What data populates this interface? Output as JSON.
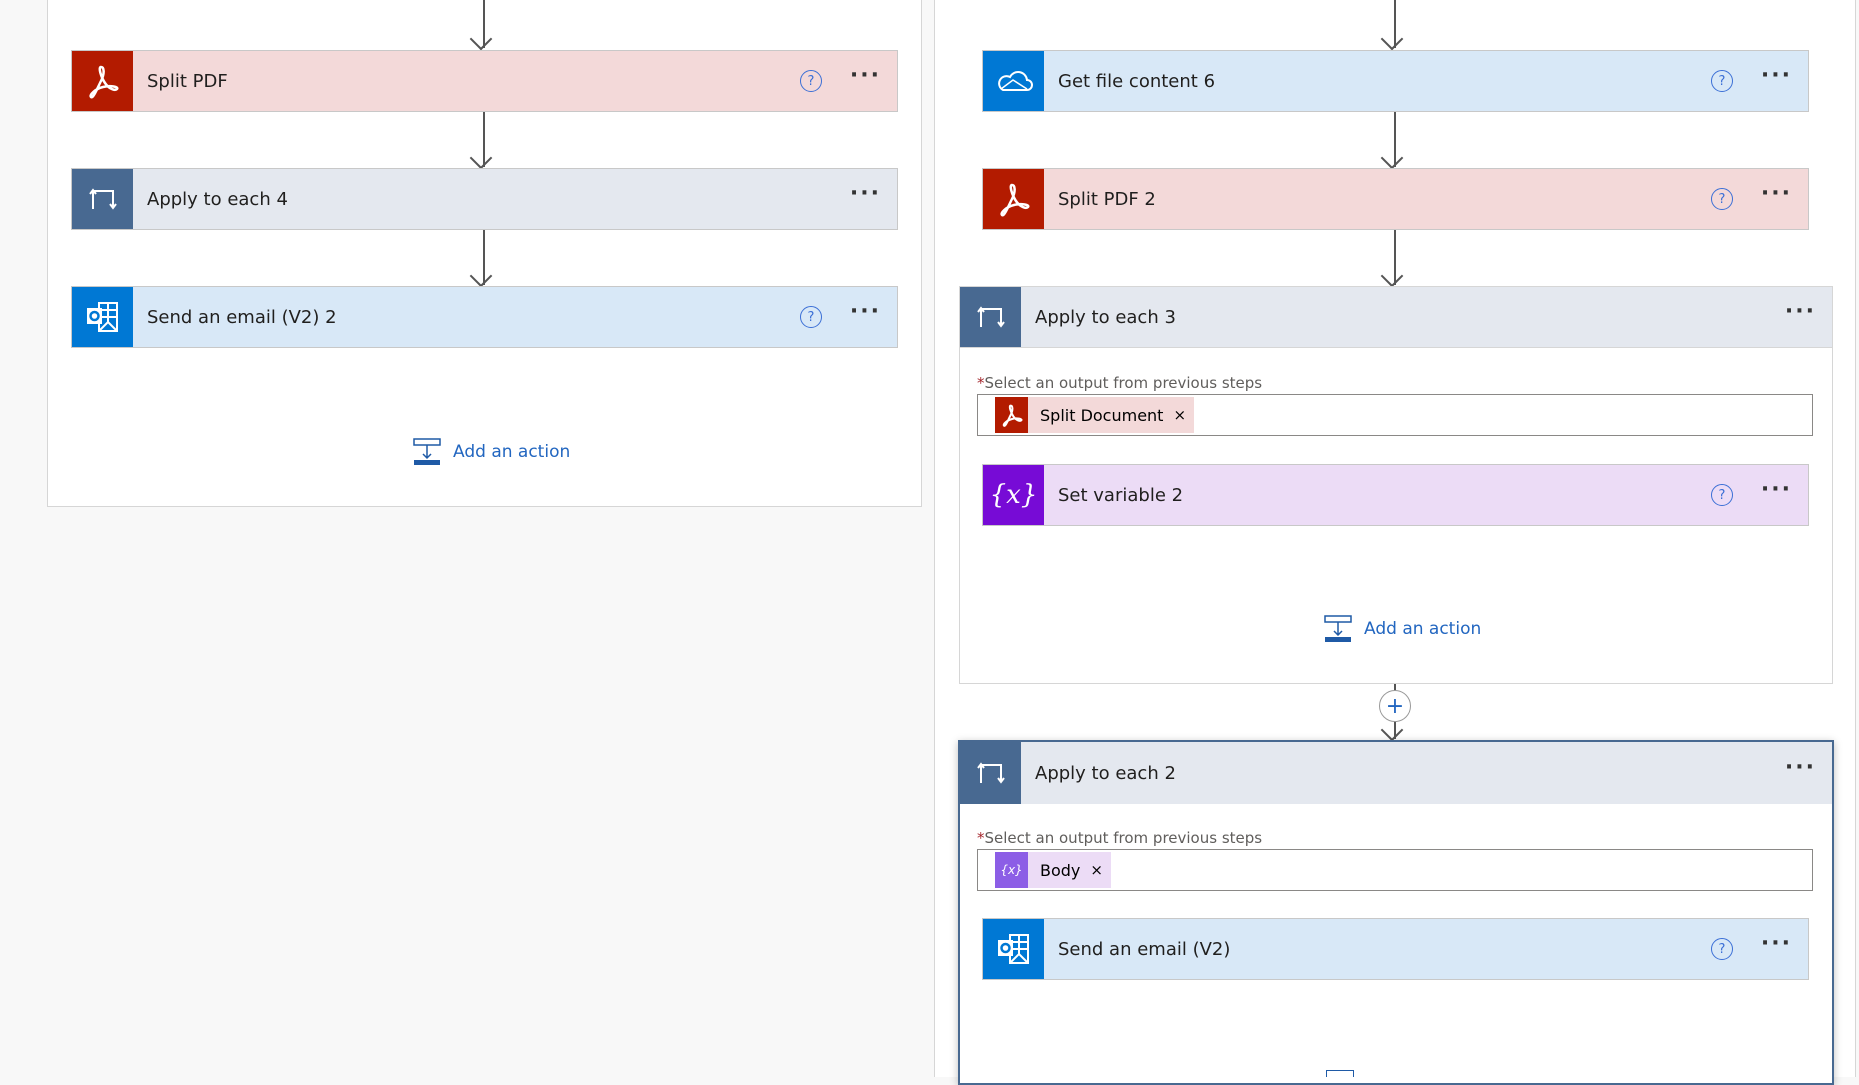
{
  "left_scope": {
    "actions": [
      {
        "title": "Split PDF",
        "icon": "adobe-pdf-icon",
        "color": "#b31b00",
        "bg": "#f3d9d9",
        "help": "?",
        "more": "···"
      },
      {
        "title": "Apply to each 4",
        "icon": "loop-icon",
        "color": "#486991",
        "bg": "#e4e8ef",
        "more": "···"
      },
      {
        "title": "Send an email (V2) 2",
        "icon": "outlook-icon",
        "color": "#0078d4",
        "bg": "#d8e8f7",
        "help": "?",
        "more": "···"
      }
    ],
    "add_action": "Add an action"
  },
  "right_branch": {
    "actions": [
      {
        "title": "Get file content 6",
        "icon": "onedrive-icon",
        "color": "#0078d4",
        "bg": "#d8e8f7",
        "help": "?",
        "more": "···"
      },
      {
        "title": "Split PDF 2",
        "icon": "adobe-pdf-icon",
        "color": "#b31b00",
        "bg": "#f3d9d9",
        "help": "?",
        "more": "···"
      }
    ],
    "apply3": {
      "title": "Apply to each 3",
      "more": "···",
      "label": "Select an output from previous steps",
      "required": "*",
      "token": "Split Document",
      "token_remove": "×",
      "inner": {
        "title": "Set variable 2",
        "icon": "variable-icon",
        "color": "#770bd6",
        "bg": "#ecdcf6",
        "help": "?",
        "more": "···"
      },
      "add_action": "Add an action"
    },
    "insert": "+",
    "apply2": {
      "title": "Apply to each 2",
      "more": "···",
      "label": "Select an output from previous steps",
      "required": "*",
      "token": "Body",
      "token_remove": "×",
      "inner": {
        "title": "Send an email (V2)",
        "icon": "outlook-icon",
        "color": "#0078d4",
        "bg": "#d8e8f7",
        "help": "?",
        "more": "···"
      }
    }
  }
}
